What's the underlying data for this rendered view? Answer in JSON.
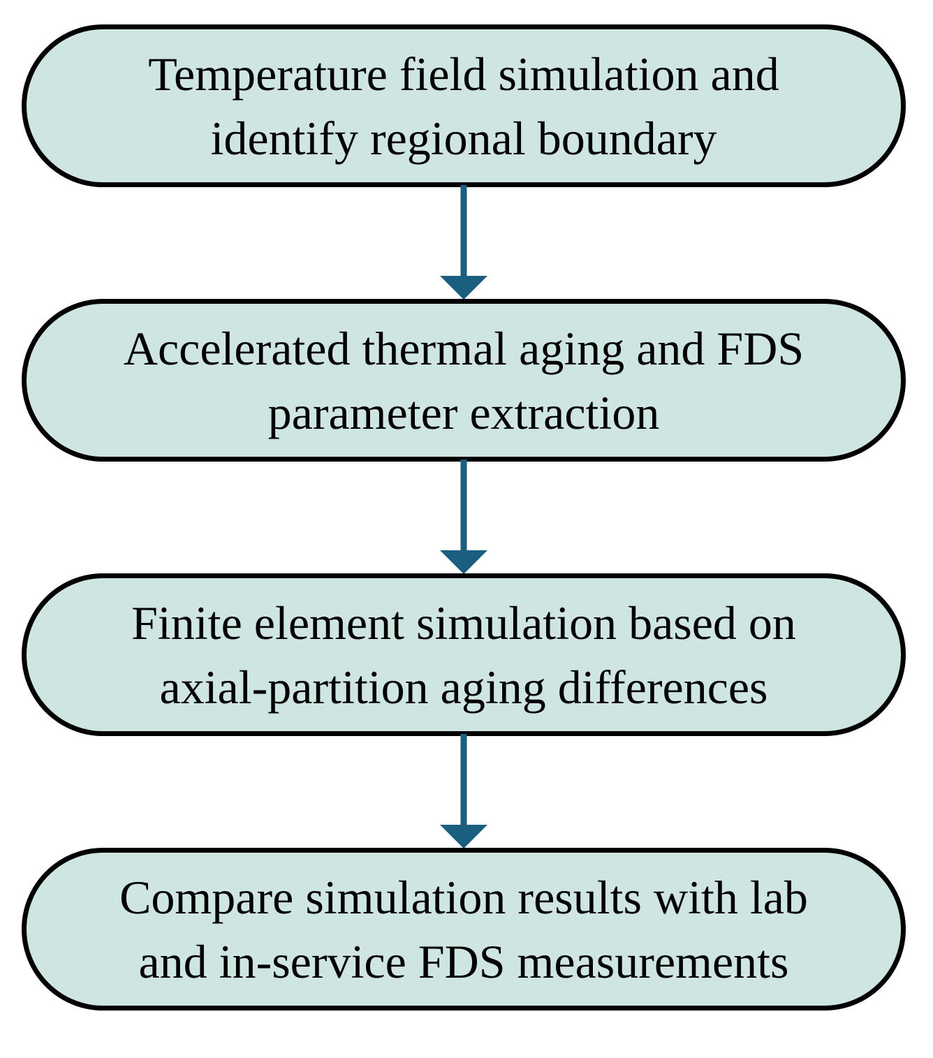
{
  "diagram": {
    "colors": {
      "node_fill": "#cfe5e1",
      "node_border": "#000000",
      "arrow": "#1a5f80"
    },
    "nodes": [
      {
        "text": "Temperature field simulation and\nidentify regional boundary"
      },
      {
        "text": "Accelerated thermal aging and FDS\nparameter extraction"
      },
      {
        "text": "Finite element simulation based on\naxial-partition aging differences"
      },
      {
        "text": "Compare simulation results with lab\nand in-service FDS measurements"
      }
    ],
    "edges": [
      {
        "from": 0,
        "to": 1
      },
      {
        "from": 1,
        "to": 2
      },
      {
        "from": 2,
        "to": 3
      }
    ]
  }
}
